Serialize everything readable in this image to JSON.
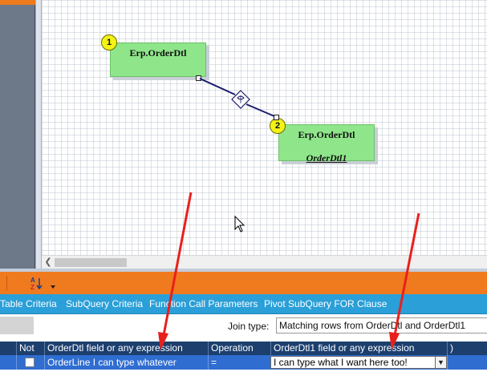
{
  "diagram": {
    "tables": [
      {
        "badge": "1",
        "name": "Erp.OrderDtl",
        "alias": ""
      },
      {
        "badge": "2",
        "name": "Erp.OrderDtl",
        "alias": "OrderDtl1"
      }
    ],
    "join_connector_icon": "join-diamond-icon",
    "cursor_icon": "mouse-pointer-icon",
    "table_color": "#8fe68a",
    "badge_color": "#f3f316",
    "line_color": "#1c1c6e"
  },
  "annotations": {
    "arrow_color": "#e8201c",
    "arrows": [
      "red-arrow-to-left-field",
      "red-arrow-to-right-field"
    ]
  },
  "toolbar": {
    "background": "#f07a1e",
    "sort_icon": "sort-az-icon",
    "sort_label": "A Z",
    "dropdown_icon": "chevron-down-icon"
  },
  "tabs": [
    "Table Criteria",
    "SubQuery Criteria",
    "Function Call Parameters",
    "Pivot SubQuery FOR Clause"
  ],
  "join": {
    "label": "Join type:",
    "value": "Matching rows from OrderDtl and OrderDtl1"
  },
  "grid": {
    "columns": [
      "Not",
      "OrderDtl field or any expression",
      "Operation",
      "OrderDtl1 field or any expression",
      ")"
    ],
    "rows": [
      {
        "not": false,
        "left": "OrderLine I can type whatever",
        "operation": "=",
        "right": "I can type what I want here too!"
      }
    ]
  }
}
